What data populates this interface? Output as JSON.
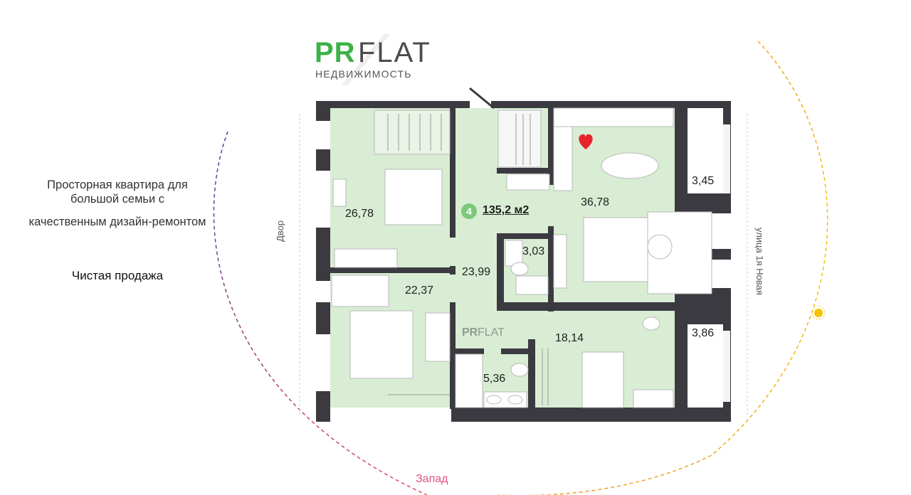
{
  "brand": {
    "logo_prefix": "PR",
    "logo_suffix": "FLAT",
    "subtitle": "НЕДВИЖИМОСТЬ"
  },
  "description": {
    "line1": "Просторная квартира для большой семьи с",
    "line2": "качественным дизайн-ремонтом",
    "sale": "Чистая продажа"
  },
  "orientation": {
    "left_side": "Двор",
    "right_side": "улица 1я Новая",
    "bottom": "Запад"
  },
  "summary": {
    "rooms": "4",
    "total_area": "135,2 м2"
  },
  "rooms": {
    "bedroom_top_left": "26,78",
    "kitchen_living": "36,78",
    "balcony_top": "3,45",
    "bathroom_small": "3,03",
    "hall": "23,99",
    "bedroom_left": "22,37",
    "bedroom_bottom": "18,14",
    "balcony_bottom": "3,86",
    "bathroom_large": "5,36"
  },
  "watermark": {
    "prefix": "PR",
    "suffix": "FLAT"
  },
  "colors": {
    "wall": "#3b3a40",
    "floor": "#d8edd3",
    "brand_green": "#3db14a",
    "compass_text": "#e0547a",
    "sun": "#f4c20d",
    "heart": "#e5252a"
  },
  "icons": [
    "heart-icon",
    "sun-icon"
  ]
}
